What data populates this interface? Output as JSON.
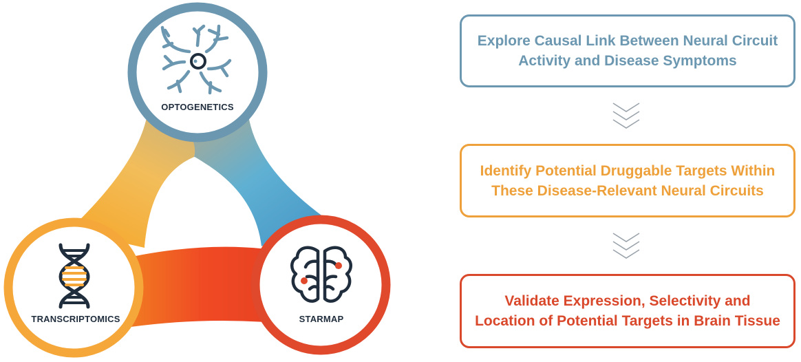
{
  "nodes": {
    "top": {
      "label": "OPTOGENETICS",
      "icon": "neuron-icon",
      "color": "#6b97b0"
    },
    "left": {
      "label": "TRANSCRIPTOMICS",
      "icon": "dna-helix-icon",
      "color": "#f5a73a"
    },
    "right": {
      "label": "STARMAP",
      "icon": "brain-icon",
      "color": "#e0492c"
    }
  },
  "steps": [
    {
      "text": "Explore Causal Link Between Neural Circuit Activity and Disease Symptoms",
      "color": "#6b97b0"
    },
    {
      "text": "Identify Potential Druggable Targets Within These Disease-Relevant Neural Circuits",
      "color": "#eea03a"
    },
    {
      "text": "Validate Expression, Selectivity and Location of Potential Targets in Brain Tissue",
      "color": "#d9482b"
    }
  ],
  "connectors": [
    {
      "icon": "chevrons-down-icon"
    },
    {
      "icon": "chevrons-down-icon"
    }
  ],
  "colors": {
    "blue": "#6b97b0",
    "orange": "#f5a73a",
    "red": "#e0492c",
    "icon_dark": "#1f2d3d"
  }
}
